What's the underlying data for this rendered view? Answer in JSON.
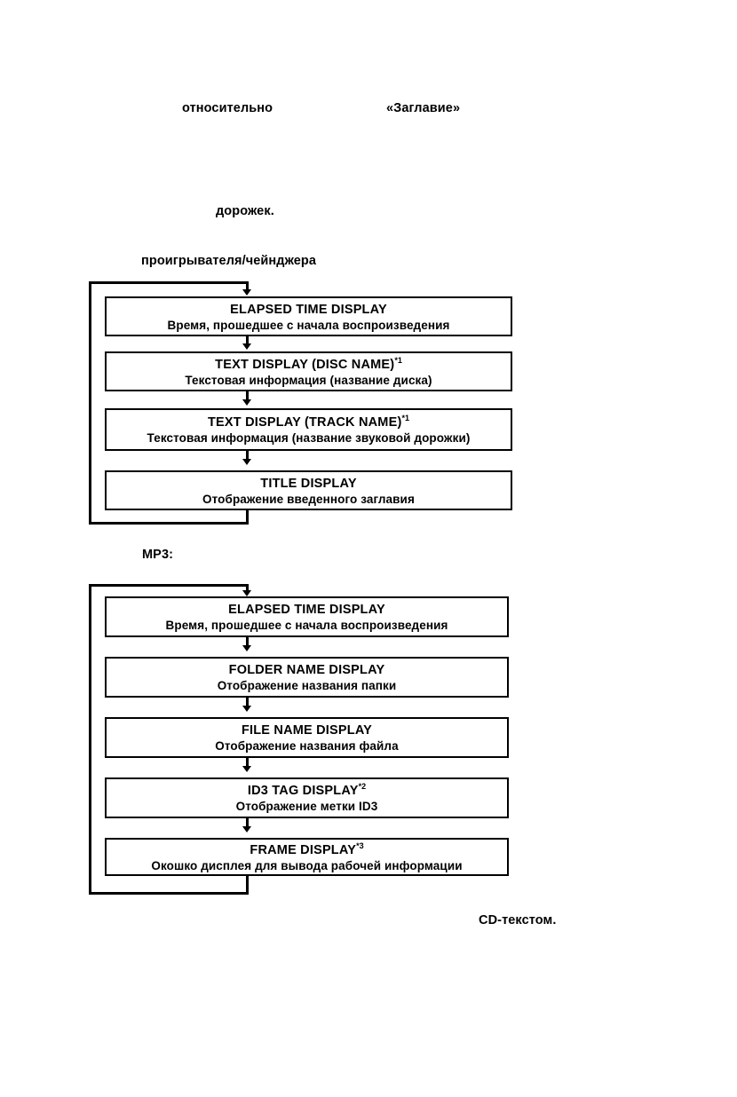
{
  "document": {
    "fragments": [
      {
        "id": "relative",
        "text": "относительно"
      },
      {
        "id": "title_q",
        "text": "«Заглавие»"
      },
      {
        "id": "tracks",
        "text": "дорожек."
      },
      {
        "id": "player",
        "text": "проигрывателя/чейнджера"
      },
      {
        "id": "mp3_label",
        "text": "MP3:"
      },
      {
        "id": "cd_text",
        "text": "CD-текстом."
      }
    ]
  },
  "diagrams": [
    {
      "id": "cd-display-cycle",
      "nodes": [
        {
          "english": "ELAPSED TIME DISPLAY",
          "superscript": "",
          "russian": "Время, прошедшее с начала воспроизведения"
        },
        {
          "english": "TEXT DISPLAY (DISC NAME)",
          "superscript": "*1",
          "russian": "Текстовая информация (название диска)"
        },
        {
          "english": "TEXT DISPLAY (TRACK NAME)",
          "superscript": "*1",
          "russian": "Текстовая информация (название звуковой дорожки)"
        },
        {
          "english": "TITLE DISPLAY",
          "superscript": "",
          "russian": "Отображение введенного заглавия"
        }
      ]
    },
    {
      "id": "mp3-display-cycle",
      "nodes": [
        {
          "english": "ELAPSED TIME DISPLAY",
          "superscript": "",
          "russian": "Время, прошедшее с начала воспроизведения"
        },
        {
          "english": "FOLDER NAME DISPLAY",
          "superscript": "",
          "russian": "Отображение названия папки"
        },
        {
          "english": "FILE NAME DISPLAY",
          "superscript": "",
          "russian": "Отображение названия файла"
        },
        {
          "english": "ID3 TAG DISPLAY",
          "superscript": "*2",
          "russian": "Отображение метки ID3"
        },
        {
          "english": "FRAME DISPLAY",
          "superscript": "*3",
          "russian": "Окошко дисплея для вывода рабочей информации"
        }
      ]
    }
  ],
  "colors": {
    "ink": "#000000",
    "paper": "#ffffff"
  }
}
